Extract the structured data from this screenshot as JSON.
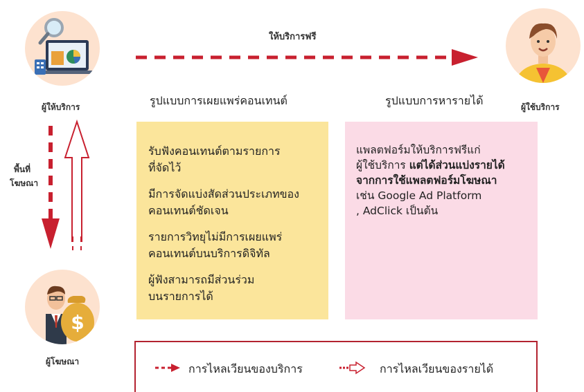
{
  "nodes": {
    "provider": "ผู้ให้บริการ",
    "user": "ผู้ใช้บริการ",
    "advertiser": "ผู้โฆษณา"
  },
  "top_arrow_label": "ให้บริการฟรี",
  "ad_space_label": [
    "พื้นที่",
    "โฆษณา"
  ],
  "content_model": {
    "heading": "รูปแบบการเผยแพร่คอนเทนต์",
    "items": [
      [
        "รับฟังคอนเทนต์ตามรายการ",
        "ที่จัดไว้"
      ],
      [
        "มีการจัดแบ่งสัดส่วนประเภทของ",
        "คอนเทนต์ชัดเจน"
      ],
      [
        "รายการวิทยุไม่มีการเผยแพร่",
        "คอนเทนต์บนบริการดิจิทัล"
      ],
      [
        "ผู้ฟังสามารถมีส่วนร่วม",
        "บนรายการได้"
      ]
    ]
  },
  "revenue_model": {
    "heading": "รูปแบบการหารายได้",
    "text_plain_1": "แพลตฟอร์มให้บริการฟรีแก่",
    "text_plain_2": "ผู้ใช้บริการ ",
    "text_bold_1": "แต่ได้ส่วนแบ่งรายได้",
    "text_bold_2": "จากการใช้แพลตฟอร์มโฆษณา",
    "text_plain_3": "เช่น Google Ad Platform",
    "text_plain_4": ", AdClick เป็นต้น"
  },
  "legend": {
    "service_flow": "การไหลเวียนของบริการ",
    "revenue_flow": "การไหลเวียนของรายได้"
  },
  "colors": {
    "accent_red": "#c8202f",
    "content_box": "#fbe59b",
    "revenue_box": "#fbdbe6",
    "avatar_bg": "#fde2cf"
  }
}
